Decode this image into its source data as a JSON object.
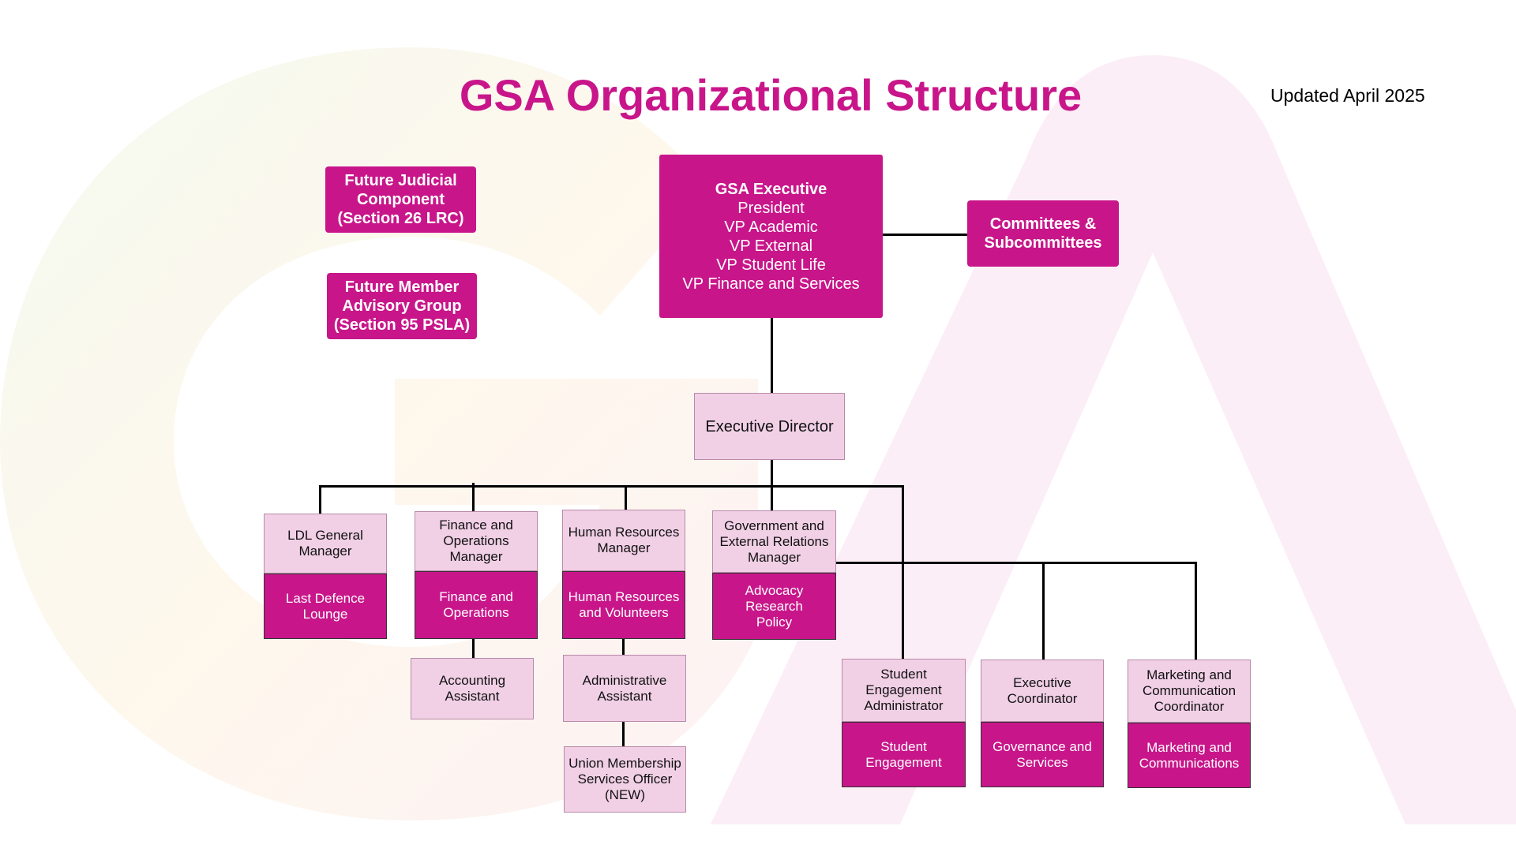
{
  "title": "GSA Organizational Structure",
  "updated": "Updated April 2025",
  "colors": {
    "brand": "#c8168a",
    "light": "#f1d0e6"
  },
  "future_judicial": "Future Judicial Component (Section 26 LRC)",
  "future_member": "Future Member Advisory Group (Section 95 PSLA)",
  "executive": {
    "heading": "GSA Executive",
    "roles": [
      "President",
      "VP Academic",
      "VP External",
      "VP Student Life",
      "VP Finance and Services"
    ]
  },
  "committees": "Committees & Subcommittees",
  "executive_director": "Executive Director",
  "units": {
    "ldl": {
      "role": "LDL General Manager",
      "dept": "Last Defence Lounge"
    },
    "finance": {
      "role": "Finance and Operations Manager",
      "dept": "Finance and Operations"
    },
    "hr": {
      "role": "Human Resources Manager",
      "dept": "Human Resources and Volunteers"
    },
    "gov": {
      "role": "Government and External Relations Manager",
      "dept": "Advocacy Research Policy"
    },
    "student": {
      "role": "Student Engagement Administrator",
      "dept": "Student Engagement"
    },
    "execcoord": {
      "role": "Executive Coordinator",
      "dept": "Governance and Services"
    },
    "marketing": {
      "role": "Marketing and Communication Coordinator",
      "dept": "Marketing and Communications"
    }
  },
  "accounting_assistant": "Accounting Assistant",
  "administrative_assistant": "Administrative Assistant",
  "union_officer": "Union Membership Services Officer (NEW)"
}
